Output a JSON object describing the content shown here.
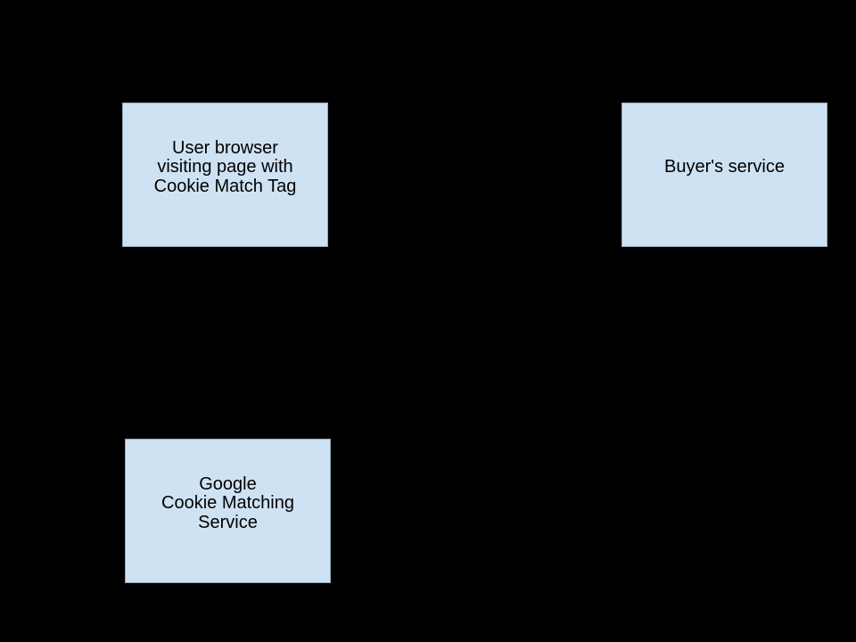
{
  "page": {
    "background_color": "#000000"
  },
  "diagram": {
    "type": "flow-diagram",
    "node_fill_color": "#cfe2f3",
    "node_border_color": "#93a9bd",
    "node_text_color": "#000000",
    "nodes": [
      {
        "id": "user-browser",
        "lines": [
          "User browser",
          "visiting page with",
          "Cookie Match Tag"
        ]
      },
      {
        "id": "buyers-service",
        "lines": [
          "Buyer's service"
        ]
      },
      {
        "id": "google-cookie-matching-service",
        "lines": [
          "Google",
          "Cookie Matching",
          "Service"
        ]
      }
    ]
  }
}
